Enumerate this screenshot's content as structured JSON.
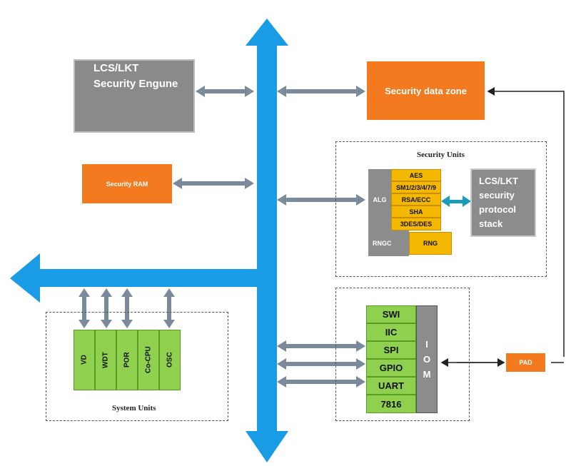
{
  "diagram": {
    "security_engine": {
      "line1": "LCS/LKT",
      "line2": "Security Engune"
    },
    "security_data_zone": "Security data zone",
    "security_ram": "Security RAM",
    "security_units": {
      "title": "Security Units",
      "alg_label": "ALG",
      "rngc_label": "RNGC",
      "algorithms": [
        "AES",
        "SM1/2/3/4/7/9",
        "RSA/ECC",
        "SHA",
        "3DES/DES"
      ],
      "rng": "RNG",
      "protocol_stack": {
        "line1": "LCS/LKT",
        "line2": "security",
        "line3": "protocol",
        "line4": "stack"
      }
    },
    "system_units": {
      "title": "System Units",
      "items": [
        "VD",
        "WDT",
        "POR",
        "Co-CPU",
        "OSC"
      ]
    },
    "io": {
      "interfaces": [
        "SWI",
        "IIC",
        "SPI",
        "GPIO",
        "UART",
        "7816"
      ],
      "iom_letters": [
        "I",
        "O",
        "M"
      ]
    },
    "pad": "PAD",
    "colors": {
      "bus": "#1a9be6",
      "arrow": "#7a8a9a",
      "orange": "#f47a20",
      "gray": "#8a8a8a",
      "yellow": "#f5b800",
      "green": "#8fd14f",
      "teal_arrow": "#1a9bb8"
    }
  }
}
